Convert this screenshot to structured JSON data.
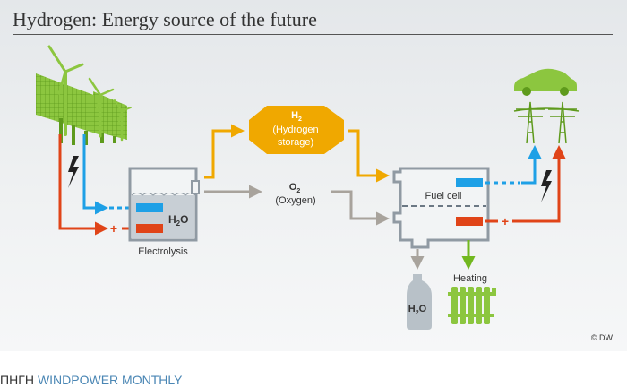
{
  "title": "Hydrogen: Energy source of the future",
  "labels": {
    "h2": "H",
    "h2_sub": "2",
    "h2_line1": "(Hydrogen",
    "h2_line2": "storage)",
    "o2": "O",
    "o2_sub": "2",
    "o2_name": "(Oxygen)",
    "electrolysis": "Electrolysis",
    "fuel_cell": "Fuel cell",
    "heating": "Heating",
    "water_h": "H",
    "water_sub": "2",
    "water_o": "O",
    "plus": "+",
    "credit": "© DW"
  },
  "icons": [
    "solar-panel-icon",
    "wind-turbine-icon",
    "lightning-icon",
    "car-icon",
    "power-pylon-icon",
    "water-bottle-icon",
    "radiator-icon"
  ],
  "colors": {
    "hydrogen": "#f0a800",
    "oxygen": "#a8a39c",
    "positive": "#e04418",
    "negative": "#1ea0e6",
    "green": "#72b81f",
    "tank": "#909aa3"
  },
  "source": {
    "prefix": "ΠΗΓΗ ",
    "name": "WINDPOWER MONTHLY"
  }
}
